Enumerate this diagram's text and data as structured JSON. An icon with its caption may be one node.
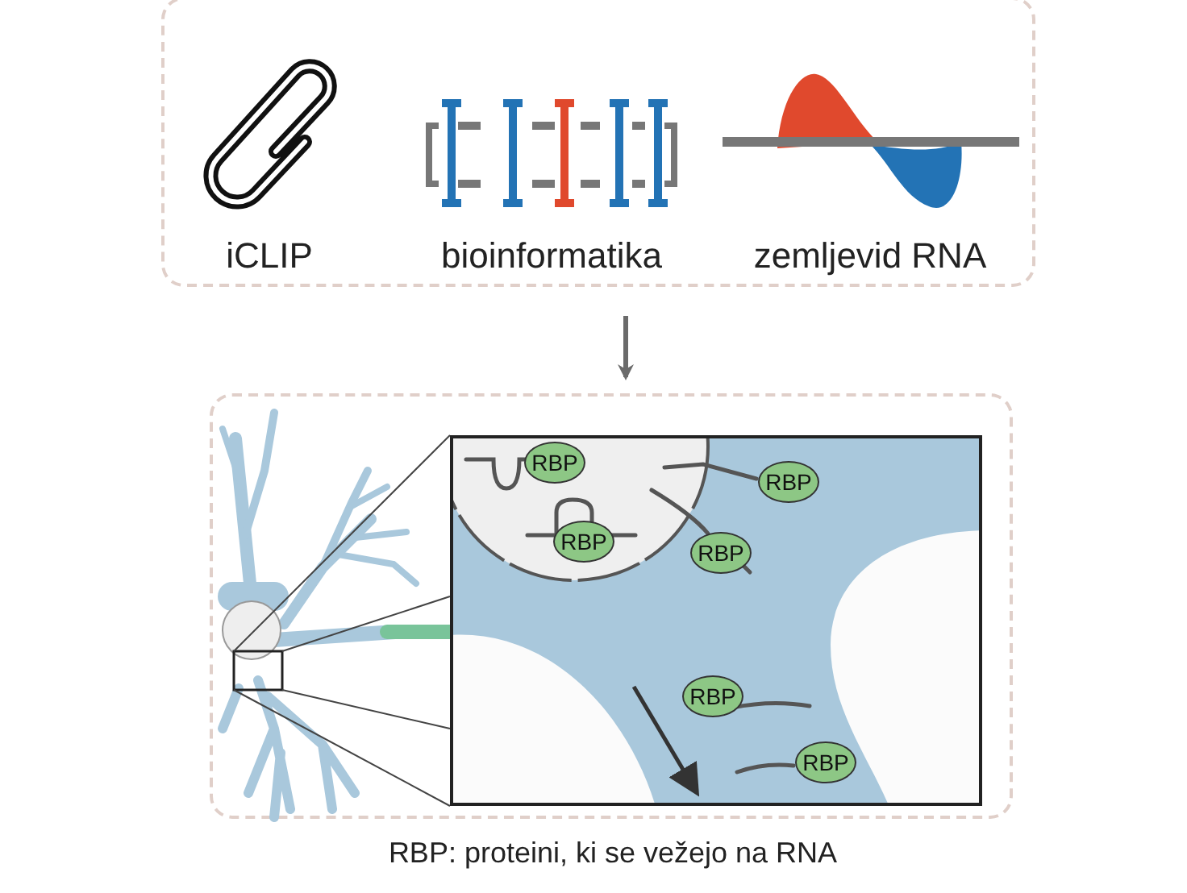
{
  "diagram": {
    "caption": "RBP: proteini, ki se vežejo na RNA",
    "nodes": [
      {
        "text": [],
        "shape": "box"
      },
      {
        "text": [
          "iCLIP"
        ],
        "in": 0
      },
      {
        "text": [
          "bioinformatika"
        ],
        "in": 0
      },
      {
        "text": [
          "zemljevid RNA"
        ],
        "in": 0
      },
      {
        "text": [],
        "shape": "box"
      },
      {
        "text": [],
        "shape": "box",
        "in": 4
      },
      {
        "text": [
          "RBP"
        ],
        "in": 5
      },
      {
        "text": [
          "RBP"
        ],
        "in": 5
      },
      {
        "text": [
          "RBP"
        ],
        "in": 5
      },
      {
        "text": [
          "RBP"
        ],
        "in": 5
      },
      {
        "text": [
          "RBP"
        ],
        "in": 5
      },
      {
        "text": [
          "RBP"
        ],
        "in": 5
      }
    ],
    "edges": [
      {
        "from": 0,
        "to": 4,
        "arrow": "to"
      }
    ]
  }
}
